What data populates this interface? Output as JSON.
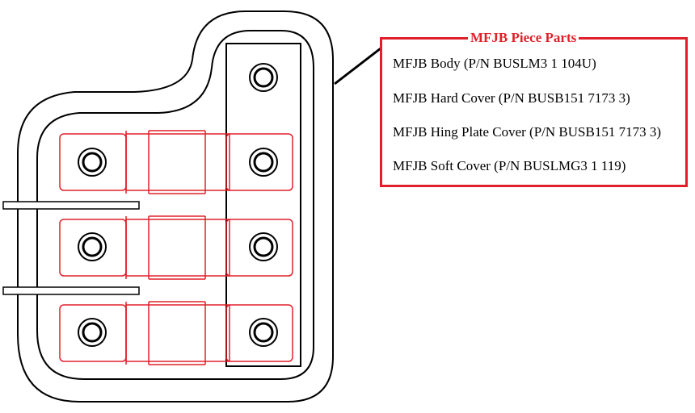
{
  "legend": {
    "title": "MFJB Piece Parts",
    "items": [
      "MFJB Body (P/N BUSLM3 1 104U)",
      "MFJB Hard Cover (P/N BUSB151 7173 3)",
      "MFJB Hing Plate Cover (P/N BUSB151 7173 3)",
      "MFJB Soft Cover (P/N BUSLMG3 1 119)"
    ]
  },
  "colors": {
    "accent": "#e0202a",
    "outline": "#000000"
  }
}
